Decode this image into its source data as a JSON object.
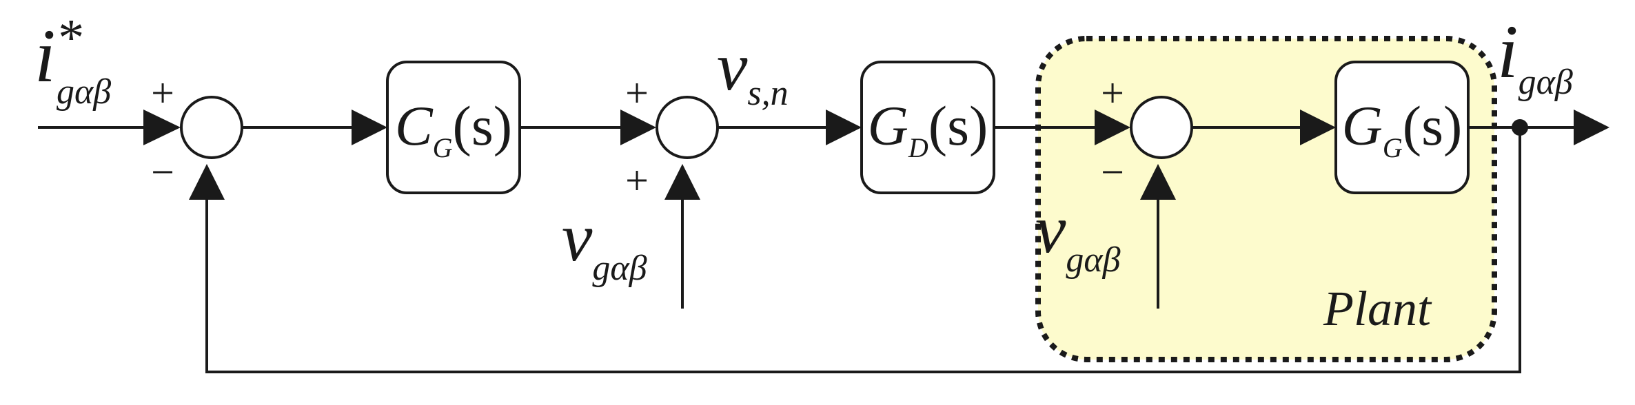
{
  "colors": {
    "stroke": "#1a1a1a",
    "plant_fill": "#fdfbcd"
  },
  "signals": {
    "ref_main": "i",
    "ref_sup": "*",
    "ref_sub": "gαβ",
    "vsn_main": "v",
    "vsn_sub": "s,n",
    "vg1_main": "v",
    "vg1_sub": "gαβ",
    "vg2_main": "v",
    "vg2_sub": "gαβ",
    "out_main": "i",
    "out_sub": "gαβ"
  },
  "signs": {
    "sum1_top": "+",
    "sum1_bottom": "−",
    "sum2_top": "+",
    "sum2_bottom": "+",
    "sum3_top": "+",
    "sum3_bottom": "−"
  },
  "blocks": {
    "cg": {
      "main": "C",
      "sub": "G",
      "arg": "(s)"
    },
    "gd": {
      "main": "G",
      "sub": "D",
      "arg": "(s)"
    },
    "gg": {
      "main": "G",
      "sub": "G",
      "arg": "(s)"
    }
  },
  "plant_label": "Plant"
}
